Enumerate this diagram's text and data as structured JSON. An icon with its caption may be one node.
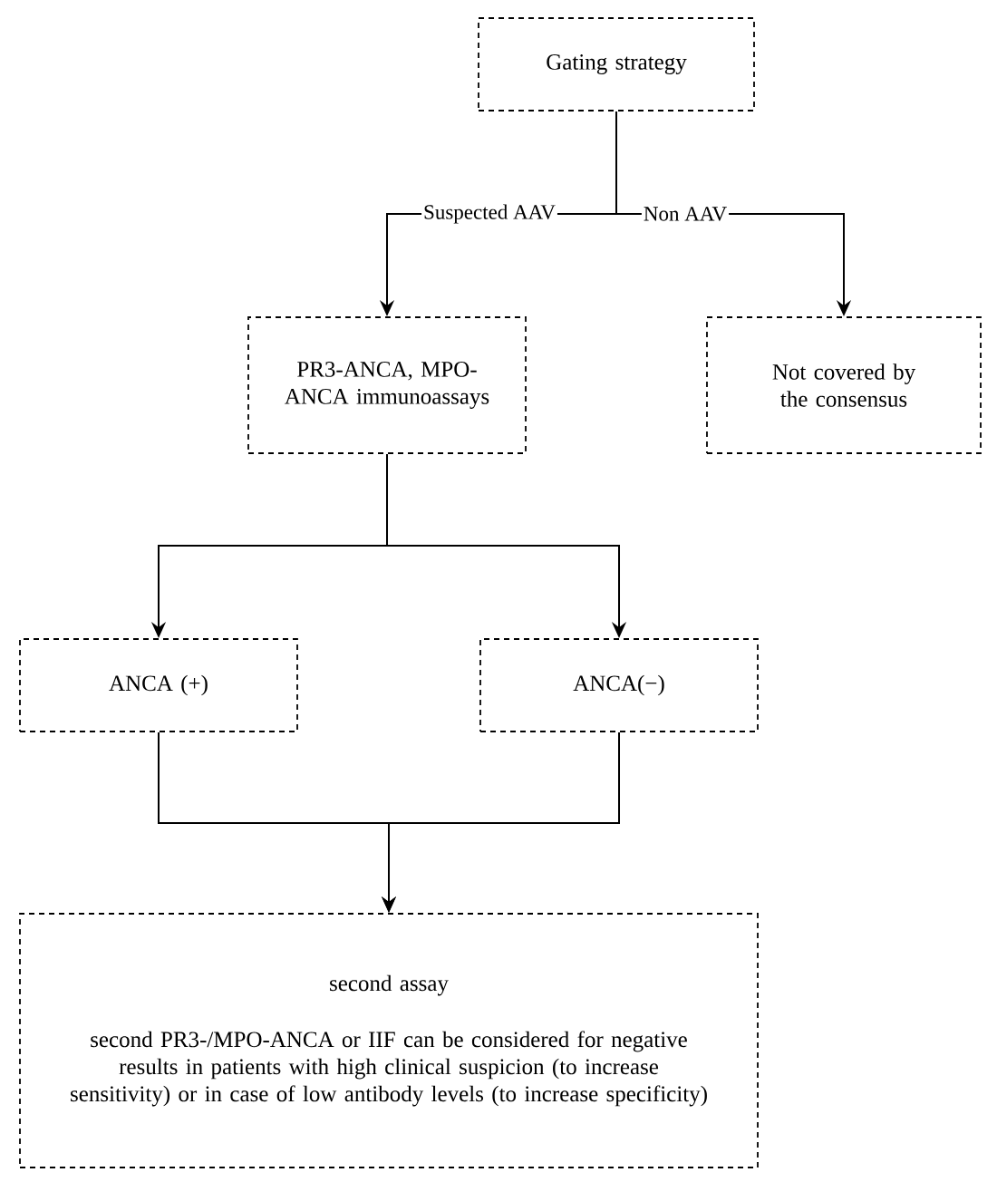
{
  "diagram": {
    "nodes": [
      {
        "text": [
          "Gating strategy"
        ]
      },
      {
        "text": [
          "PR3-ANCA, MPO-ANCA immunoassays"
        ]
      },
      {
        "text": [
          "Not covered by the consensus"
        ]
      },
      {
        "text": [
          "ANCA (+)"
        ]
      },
      {
        "text": [
          "ANCA(−)"
        ]
      },
      {
        "text": [
          "second assay",
          "second PR3-/MPO-ANCA or IIF can be considered for negative results in patients with high clinical suspicion (to increase sensitivity) or in case of low antibody levels (to increase specificity)"
        ]
      }
    ],
    "edges": [
      {
        "from": 0,
        "to": 1,
        "arrow": "to",
        "label": "Suspected AAV"
      },
      {
        "from": 0,
        "to": 2,
        "arrow": "to",
        "label": "Non AAV"
      },
      {
        "from": 1,
        "to": 3,
        "arrow": "to"
      },
      {
        "from": 1,
        "to": 4,
        "arrow": "to"
      },
      {
        "from": 3,
        "to": 5,
        "arrow": "to"
      },
      {
        "from": 4,
        "to": 5,
        "arrow": "to"
      }
    ]
  }
}
